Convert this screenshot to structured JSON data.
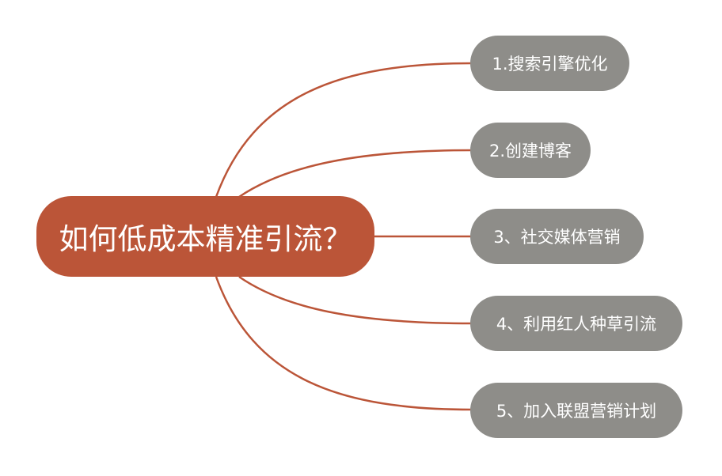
{
  "colors": {
    "center_fill": "#bb5538",
    "branch_fill": "#8e8d89",
    "link_stroke": "#bb5538",
    "text": "#ffffff",
    "background": "#ffffff"
  },
  "center": {
    "label": "如何低成本精准引流？"
  },
  "branches": [
    {
      "label": "1.搜索引擎优化"
    },
    {
      "label": "2.创建博客"
    },
    {
      "label": "3、社交媒体营销"
    },
    {
      "label": "4、利用红人种草引流"
    },
    {
      "label": "5、加入联盟营销计划"
    }
  ]
}
